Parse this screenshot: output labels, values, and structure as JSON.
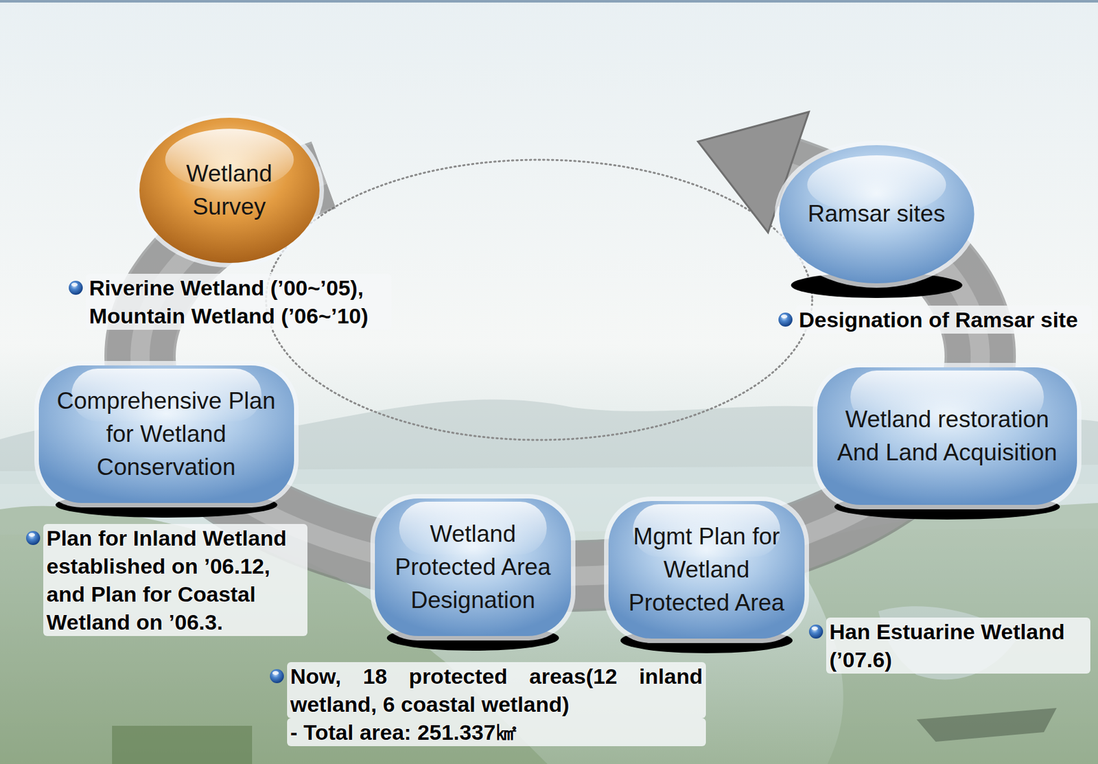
{
  "diagram": {
    "nodes": [
      {
        "text": [
          "Wetland Survey"
        ]
      },
      {
        "text": [
          "Comprehensive Plan for Wetland Conservation"
        ]
      },
      {
        "text": [
          "Wetland Protected Area Designation"
        ]
      },
      {
        "text": [
          "Mgmt Plan for Wetland Protected Area"
        ]
      },
      {
        "text": [
          "Wetland restoration And Land Acquisition"
        ]
      },
      {
        "text": [
          "Ramsar sites"
        ]
      }
    ],
    "edges": [
      {
        "from": 0,
        "to": 5,
        "arrow": "to"
      }
    ],
    "labels": [
      "Riverine Wetland (’00~’05), Mountain Wetland (’06~’10)",
      "Designation of Ramsar site",
      "Plan for Inland Wetland established on ’06.12, and Plan for Coastal Wetland on ’06.3.",
      "Now, 18 protected areas(12 inland wetland, 6 coastal wetland)",
      "- Total area: 251.337㎢",
      "Han Estuarine Wetland (’07.6)"
    ]
  }
}
